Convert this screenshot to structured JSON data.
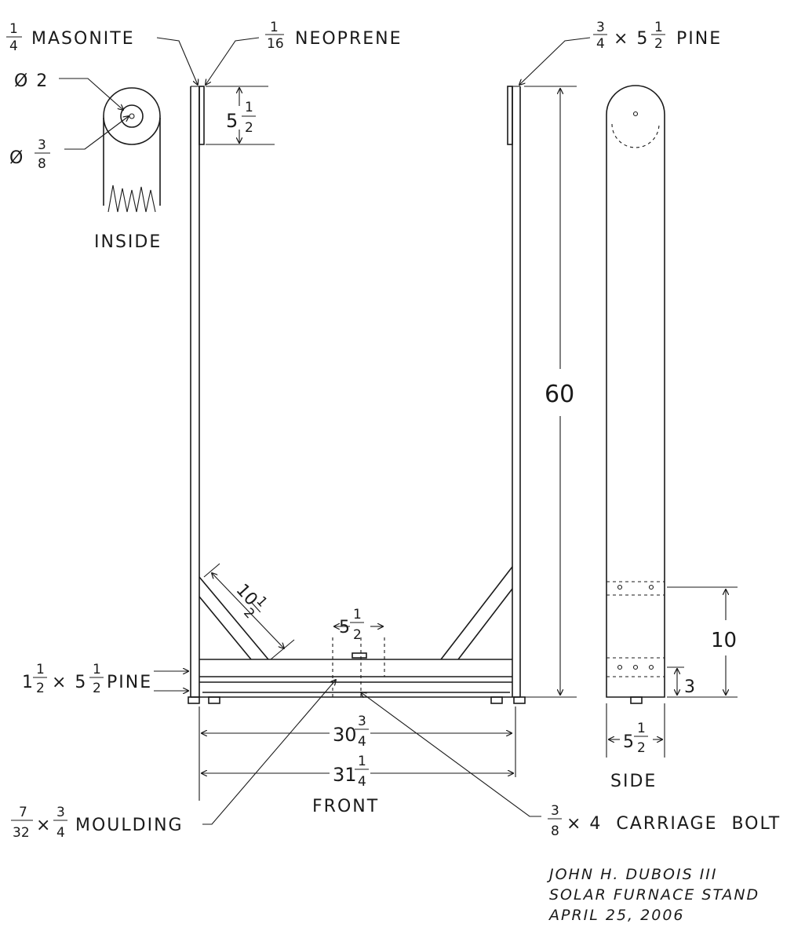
{
  "labels": {
    "masonite": {
      "num": "1",
      "den": "4",
      "text": "MASONITE"
    },
    "neoprene": {
      "num": "1",
      "den": "16",
      "text": "NEOPRENE"
    },
    "pine_top": {
      "a_num": "3",
      "a_den": "4",
      "mid": "× 5",
      "b_num": "1",
      "b_den": "2",
      "text": "PINE"
    },
    "dia2": "Ø 2",
    "dia38": {
      "sym": "Ø",
      "num": "3",
      "den": "8"
    },
    "inside": "INSIDE",
    "pine_bottom": {
      "whole": "1",
      "a_num": "1",
      "a_den": "2",
      "mid": "× 5",
      "b_num": "1",
      "b_den": "2",
      "text": "PINE"
    },
    "moulding": {
      "a_num": "7",
      "a_den": "32",
      "mid": "×",
      "b_num": "3",
      "b_den": "4",
      "text": "MOULDING"
    },
    "carriage_bolt": {
      "num": "3",
      "den": "8",
      "text": "× 4  CARRIAGE  BOLT"
    },
    "front": "FRONT",
    "side": "SIDE"
  },
  "dimensions": {
    "top_55": {
      "whole": "5",
      "num": "1",
      "den": "2"
    },
    "height_60": "60",
    "brace_105": {
      "whole": "10",
      "num": "1",
      "den": "2"
    },
    "center_55": {
      "whole": "5",
      "num": "1",
      "den": "2"
    },
    "width_3075": {
      "whole": "30",
      "num": "3",
      "den": "4"
    },
    "width_3125": {
      "whole": "31",
      "num": "1",
      "den": "4"
    },
    "side_10": "10",
    "side_3": "3",
    "side_55": {
      "whole": "5",
      "num": "1",
      "den": "2"
    }
  },
  "title_block": {
    "line1": "JOHN H. DUBOIS  III",
    "line2": "SOLAR FURNACE STAND",
    "line3": "APRIL 25, 2006"
  }
}
